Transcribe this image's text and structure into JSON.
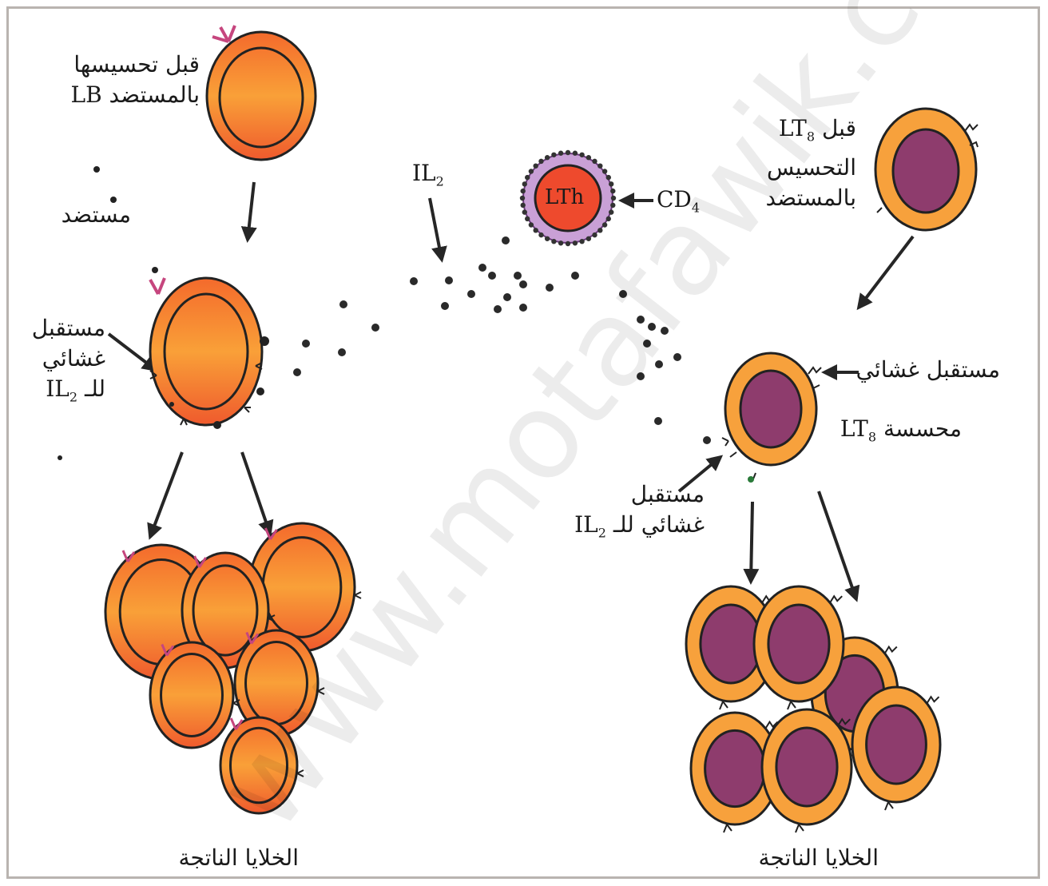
{
  "labels": {
    "lb_before_l1": "قبل تحسيسها",
    "lb_before_l2": "بالمستضد LB",
    "antigen": "مستضد",
    "il2": "IL",
    "il2_sub": "2",
    "lth": "LTh",
    "cd4": "CD",
    "cd4_sub": "4",
    "lt8_before_l1_text": "قبل",
    "lt8_before_l1_lt": "LT",
    "lt8_before_l1_sub": "8",
    "lt8_before_l2": "التحسيس",
    "lt8_before_l3": "بالمستضد",
    "lb_receptor_l1": "مستقبل",
    "lb_receptor_l2": "غشائي",
    "lb_receptor_l3_text": "للـ",
    "lb_receptor_l3_il": "IL",
    "lb_receptor_l3_sub": "2",
    "lt8_membrane_receptor": "مستقبل غشائي",
    "lt8_sensitized_text": "محسسة",
    "lt8_sensitized_lt": "LT",
    "lt8_sensitized_sub": "8",
    "lt8_receptor_l1": "مستقبل",
    "lt8_receptor_l2_text": "غشائي للـ",
    "lt8_receptor_l2_il": "IL",
    "lt8_receptor_l2_sub": "2",
    "result_left": "الخلايا الناتجة",
    "result_right": "الخلايا الناتجة"
  },
  "watermark": "www.motafawik.com",
  "colors": {
    "lb_cell": "#f06a2c",
    "lb_cell_light": "#f7a237",
    "lt8_outer": "#f7a13c",
    "lt8_nucleus": "#8e3c6d",
    "lth_halo": "#c9a0d6",
    "lth_core": "#ee4a2d",
    "il2_dot": "#2a2a2a",
    "receptor_pink": "#c6467e",
    "arrow": "#262626",
    "frame": "#b9b4b0"
  }
}
